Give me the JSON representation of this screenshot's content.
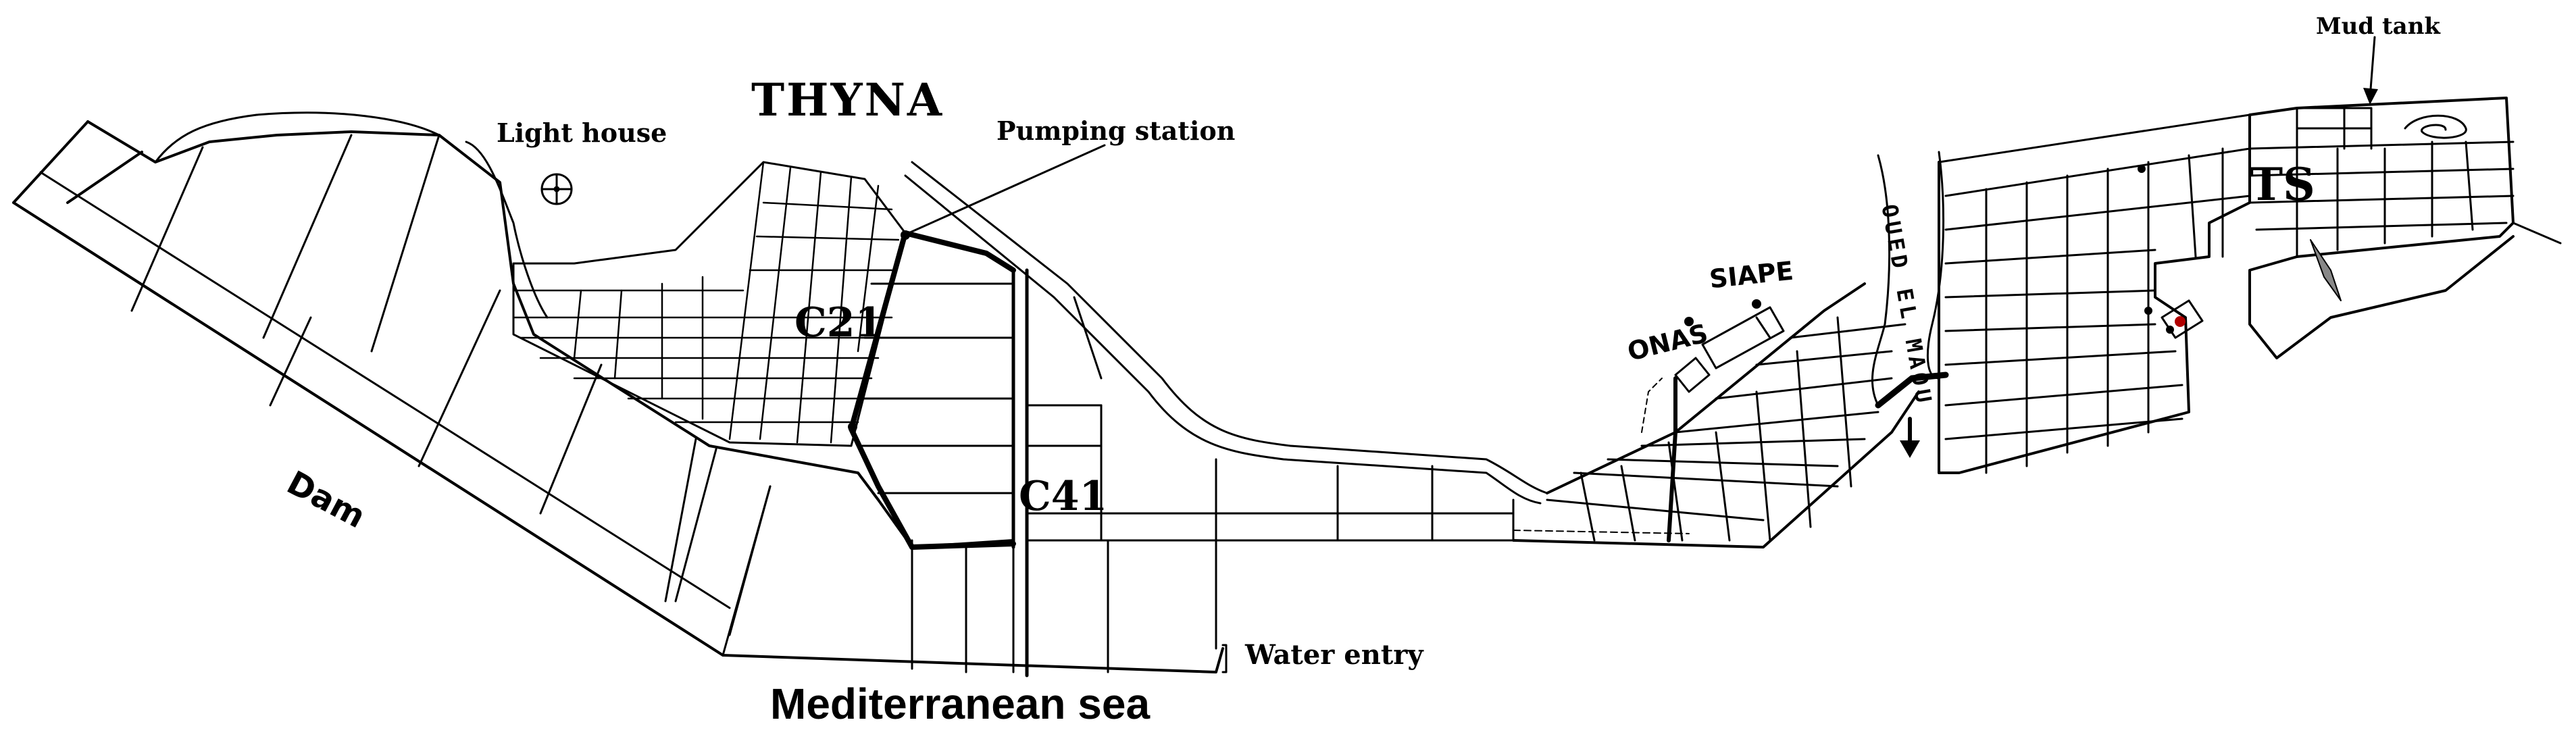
{
  "labels": {
    "thyna": "THYNA",
    "light_house": "Light house",
    "pumping_station": "Pumping station",
    "mud_tank": "Mud tank",
    "c21": "C21",
    "c41": "C41",
    "ts": "TS",
    "dam": "Dam",
    "siape": "SIAPE",
    "onas": "ONAS",
    "oued": "OUED EL MAOU",
    "water_entry": "Water entry",
    "sea": "Mediterranean sea"
  },
  "colors": {
    "line": "#000000",
    "background": "#ffffff",
    "marker_red": "#b00000",
    "shading": "#888888"
  }
}
